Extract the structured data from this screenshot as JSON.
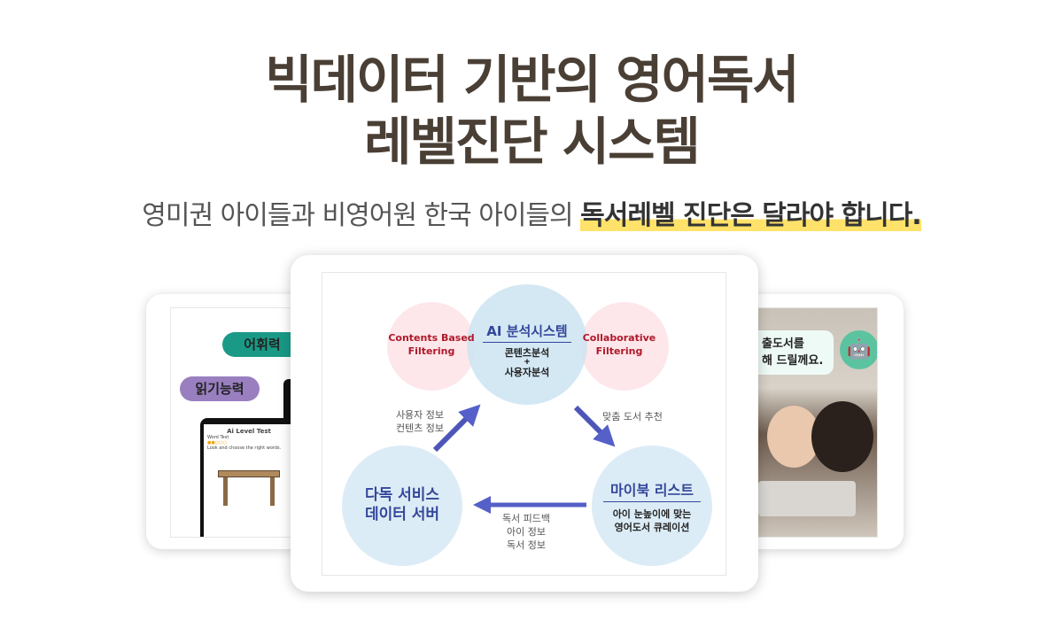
{
  "header": {
    "title_line1": "빅데이터 기반의 영어독서",
    "title_line2": "레벨진단 시스템",
    "subtitle_plain": "영미권 아이들과 비영어원 한국 아이들의 ",
    "subtitle_highlight": "독서레벨 진단은 달라야 합니다."
  },
  "left_card": {
    "pill_vocab": "어휘력",
    "pill_reading": "읽기능력",
    "test_title": "Ai Level Test",
    "test_section": "Word Test",
    "test_instruction": "Look and choose the right words."
  },
  "diagram": {
    "center": {
      "title": "AI 분석시스템",
      "line1": "콘텐츠분석",
      "plus": "+",
      "line2": "사용자분석"
    },
    "left_filter": {
      "line1": "Contents Based",
      "line2": "Filtering"
    },
    "right_filter": {
      "line1": "Collaborative",
      "line2": "Filtering"
    },
    "server": {
      "line1": "다독 서비스",
      "line2": "데이터 서버"
    },
    "mybook": {
      "title": "마이북 리스트",
      "line1": "아이 눈높이에 맞는",
      "line2": "영어도서 큐레이션"
    },
    "arrow_up_label": [
      "사용자 정보",
      "컨텐츠 정보"
    ],
    "arrow_down_label": "맞춤 도서 추천",
    "arrow_left_label": [
      "독서 피드백",
      "아이 정보",
      "독서 정보"
    ]
  },
  "right_card": {
    "bubble_line1": "출도서를",
    "bubble_line2": "해 드릴께요."
  },
  "colors": {
    "title": "#4a3f35",
    "highlight": "#ffe26a",
    "circle_blue": "#dcecf6",
    "circle_pink": "#fde4e8",
    "navy": "#34479a",
    "red": "#b0182a",
    "arrow": "#5560c8"
  }
}
